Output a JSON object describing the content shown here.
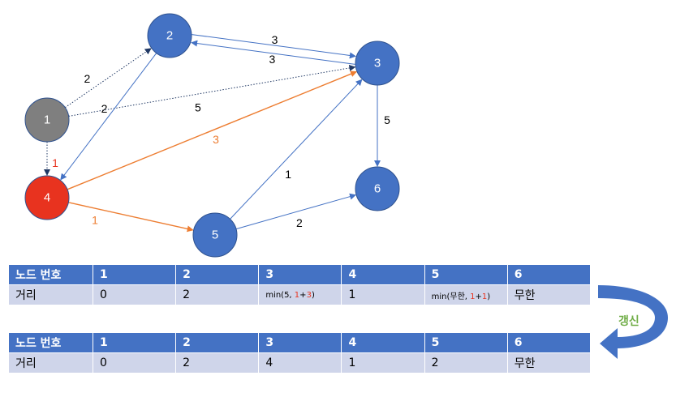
{
  "graph": {
    "nodes": [
      {
        "id": "1",
        "label": "1",
        "color": "#7f7f7f"
      },
      {
        "id": "2",
        "label": "2",
        "color": "#4472c4"
      },
      {
        "id": "3",
        "label": "3",
        "color": "#4472c4"
      },
      {
        "id": "4",
        "label": "4",
        "color": "#e8331f"
      },
      {
        "id": "5",
        "label": "5",
        "color": "#4472c4"
      },
      {
        "id": "6",
        "label": "6",
        "color": "#4472c4"
      }
    ],
    "edges": [
      {
        "from": "1",
        "to": "2",
        "weight": "2",
        "style": "dotted",
        "color": "#203864"
      },
      {
        "from": "1",
        "to": "3",
        "weight": "5",
        "style": "dotted",
        "color": "#203864"
      },
      {
        "from": "1",
        "to": "4",
        "weight": "1",
        "style": "dotted",
        "color": "#203864",
        "label_color": "#e8331f"
      },
      {
        "from": "2",
        "to": "3",
        "weight": "3",
        "style": "solid",
        "color": "#4472c4"
      },
      {
        "from": "3",
        "to": "2",
        "weight": "3",
        "style": "solid",
        "color": "#4472c4"
      },
      {
        "from": "2",
        "to": "4",
        "weight": "2",
        "style": "solid",
        "color": "#4472c4"
      },
      {
        "from": "4",
        "to": "3",
        "weight": "3",
        "style": "solid",
        "color": "#ed7d31",
        "label_color": "#ed7d31"
      },
      {
        "from": "4",
        "to": "5",
        "weight": "1",
        "style": "solid",
        "color": "#ed7d31",
        "label_color": "#ed7d31"
      },
      {
        "from": "5",
        "to": "3",
        "weight": "1",
        "style": "solid",
        "color": "#4472c4"
      },
      {
        "from": "3",
        "to": "6",
        "weight": "5",
        "style": "solid",
        "color": "#4472c4"
      },
      {
        "from": "5",
        "to": "6",
        "weight": "2",
        "style": "solid",
        "color": "#4472c4"
      }
    ]
  },
  "table_before": {
    "header_label": "노드 번호",
    "row_label": "거리",
    "node_numbers": [
      "1",
      "2",
      "3",
      "4",
      "5",
      "6"
    ],
    "values": [
      {
        "text": "0"
      },
      {
        "text": "2"
      },
      {
        "pre": "min(5, ",
        "a": "1",
        "plus": "+",
        "b": "3",
        "post": ")",
        "small": true
      },
      {
        "text": "1"
      },
      {
        "pre": "min(무한, ",
        "a": "1",
        "plus": "+",
        "b": "1",
        "post": ")",
        "small": true
      },
      {
        "text": "무한"
      }
    ]
  },
  "update_label": "갱신",
  "table_after": {
    "header_label": "노드 번호",
    "row_label": "거리",
    "node_numbers": [
      "1",
      "2",
      "3",
      "4",
      "5",
      "6"
    ],
    "values": [
      "0",
      "2",
      "4",
      "1",
      "2",
      "무한"
    ]
  },
  "colors": {
    "table_header": "#4472c4",
    "table_row": "#cfd5ea",
    "update_arrow": "#4472c4",
    "update_text": "#70ad47",
    "highlight_red": "#e8331f"
  }
}
